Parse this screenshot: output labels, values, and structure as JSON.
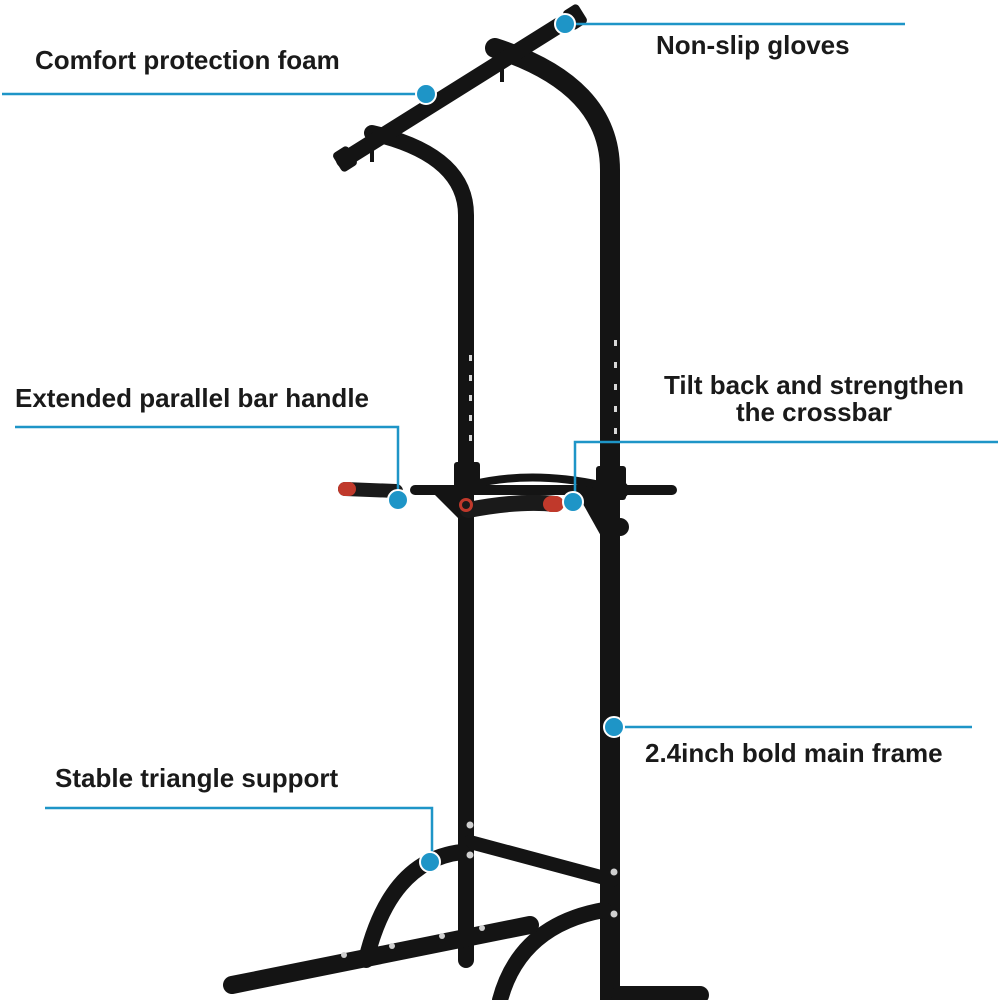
{
  "colors": {
    "accent": "#1e95c7",
    "frame": "#141414",
    "grip_accent": "#c0392b",
    "text": "#1a1a1a"
  },
  "callouts": {
    "comfort_foam": "Comfort protection foam",
    "non_slip_gloves": "Non-slip gloves",
    "parallel_bar_handle": "Extended parallel bar handle",
    "tilt_crossbar_line1": "Tilt back and strengthen",
    "tilt_crossbar_line2": "the crossbar",
    "main_frame": "2.4inch bold main frame",
    "triangle_support": "Stable triangle support"
  }
}
